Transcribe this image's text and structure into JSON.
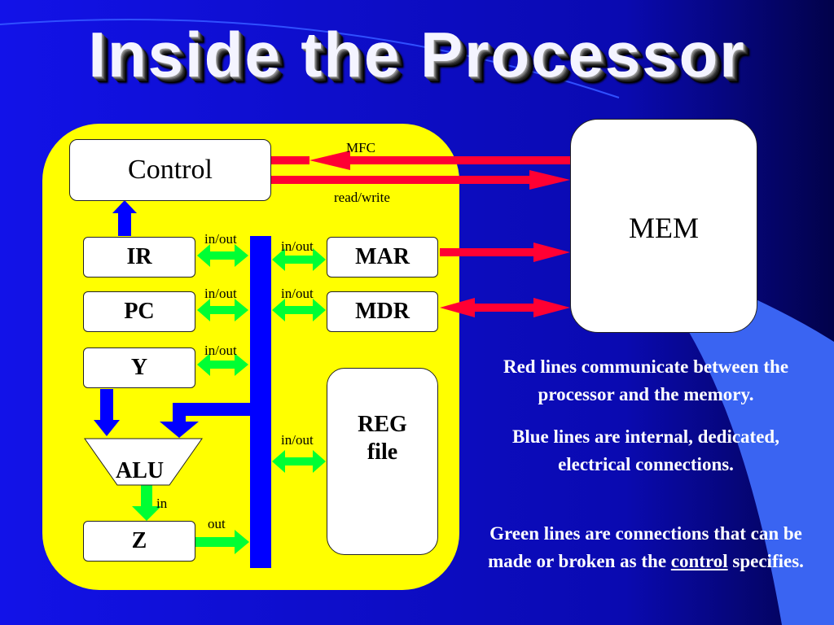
{
  "slide": {
    "title": "Inside the Processor",
    "colors": {
      "background": "#1010d8",
      "panel": "#ffff00",
      "red": "#ff0033",
      "blue": "#0000ff",
      "green": "#00ff33"
    }
  },
  "blocks": {
    "control": "Control",
    "ir": "IR",
    "pc": "PC",
    "y": "Y",
    "alu": "ALU",
    "z": "Z",
    "mar": "MAR",
    "mdr": "MDR",
    "reg_line1": "REG",
    "reg_line2": "file",
    "mem": "MEM"
  },
  "labels": {
    "mfc": "MFC",
    "read_write": "read/write",
    "ir_inout": "in/out",
    "mar_inout": "in/out",
    "pc_inout": "in/out",
    "mdr_inout": "in/out",
    "y_inout": "in/out",
    "reg_inout": "in/out",
    "alu_in": "in",
    "z_out": "out"
  },
  "notes": {
    "red": "Red lines communicate between the processor and the memory.",
    "blue": "Blue lines are internal, dedicated, electrical connections.",
    "green_before": "Green lines are connections that can be made or broken as the",
    "green_link": "control",
    "green_after": "specifies."
  }
}
